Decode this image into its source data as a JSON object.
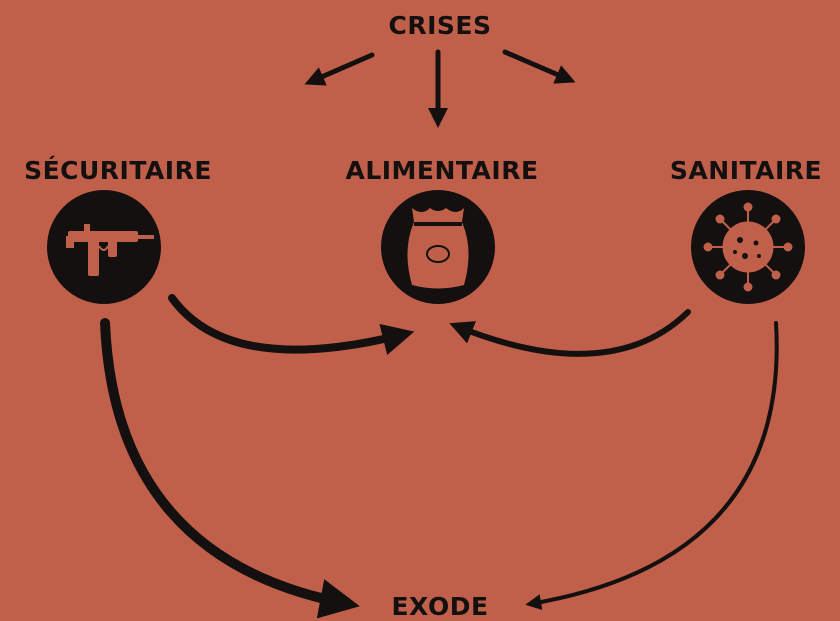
{
  "title": "CRISES",
  "nodes": [
    {
      "id": "securitaire",
      "label": "SÉCURITAIRE",
      "icon": "gun-icon"
    },
    {
      "id": "alimentaire",
      "label": "ALIMENTAIRE",
      "icon": "food-sack-icon"
    },
    {
      "id": "sanitaire",
      "label": "SANITAIRE",
      "icon": "virus-icon"
    }
  ],
  "outcome": "EXODE",
  "edges": [
    {
      "from": "crises",
      "to": "securitaire"
    },
    {
      "from": "crises",
      "to": "alimentaire"
    },
    {
      "from": "crises",
      "to": "sanitaire"
    },
    {
      "from": "securitaire",
      "to": "alimentaire"
    },
    {
      "from": "sanitaire",
      "to": "alimentaire"
    },
    {
      "from": "securitaire",
      "to": "exode"
    },
    {
      "from": "sanitaire",
      "to": "exode"
    }
  ],
  "colors": {
    "background": "#c0604a",
    "ink": "#141010",
    "icon_fill": "#c0604a"
  }
}
